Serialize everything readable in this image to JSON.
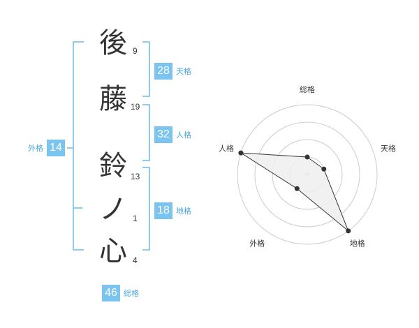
{
  "name": {
    "characters": [
      {
        "char": "後",
        "strokes": "9"
      },
      {
        "char": "藤",
        "strokes": "19"
      },
      {
        "char": "鈴",
        "strokes": "13"
      },
      {
        "char": "ノ",
        "strokes": "1"
      },
      {
        "char": "心",
        "strokes": "4"
      }
    ]
  },
  "fortunes": {
    "tenkaku": {
      "value": "28",
      "label": "天格"
    },
    "jinkaku": {
      "value": "32",
      "label": "人格"
    },
    "chikaku": {
      "value": "18",
      "label": "地格"
    },
    "gaikaku": {
      "value": "14",
      "label": "外格"
    },
    "soukaku": {
      "value": "46",
      "label": "総格"
    }
  },
  "chart_data": {
    "type": "radar",
    "axes": [
      "総格",
      "天格",
      "地格",
      "外格",
      "人格"
    ],
    "values": [
      1,
      1,
      4,
      1,
      4
    ],
    "max": 4,
    "rings": 4
  },
  "colors": {
    "badge": "#7cc4f0",
    "badge_label": "#4aa8e0",
    "bracket": "#8fcaf0",
    "radar_ring": "#cccccc",
    "radar_fill": "#eeeeee",
    "radar_line": "#333333"
  }
}
